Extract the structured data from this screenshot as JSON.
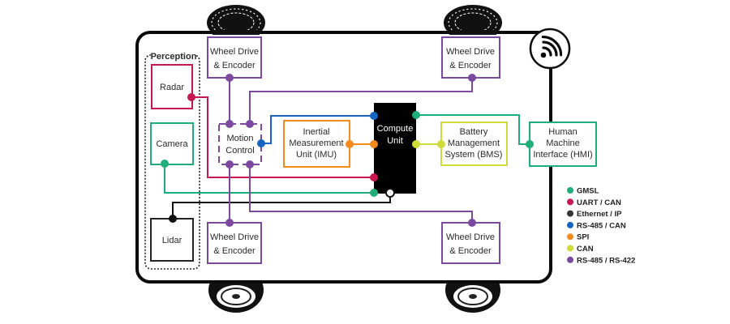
{
  "colors": {
    "gmsl": "#1fad7a",
    "uart_can": "#c8174f",
    "ethernet": "#111111",
    "rs485_can": "#1565c0",
    "spi": "#f48a1e",
    "can": "#cddc39",
    "rs485_rs422": "#7b4a9e",
    "vehicle_outline": "#0a0a0a"
  },
  "perception": {
    "title": "Perception",
    "radar": "Radar",
    "camera": "Camera",
    "lidar": "Lidar"
  },
  "wheels": {
    "top_left": [
      "Wheel Drive",
      "& Encoder"
    ],
    "top_right": [
      "Wheel Drive",
      "& Encoder"
    ],
    "bottom_left": [
      "Wheel Drive",
      "& Encoder"
    ],
    "bottom_right": [
      "Wheel Drive",
      "& Encoder"
    ]
  },
  "motion_control": [
    "Motion",
    "Control"
  ],
  "imu": [
    "Inertial",
    "Measurement",
    "Unit (IMU)"
  ],
  "compute": [
    "Compute",
    "Unit"
  ],
  "bms": [
    "Battery",
    "Management",
    "System (BMS)"
  ],
  "hmi": [
    "Human",
    "Machine",
    "Interface (HMI)"
  ],
  "wireless_icon": "wifi-icon",
  "legend": [
    {
      "label": "GMSL",
      "color": "#1fad7a"
    },
    {
      "label": "UART / CAN",
      "color": "#c8174f"
    },
    {
      "label": "Ethernet / IP",
      "color": "#333333"
    },
    {
      "label": "RS-485 / CAN",
      "color": "#1565c0"
    },
    {
      "label": "SPI",
      "color": "#f48a1e"
    },
    {
      "label": "CAN",
      "color": "#cddc39"
    },
    {
      "label": "RS-485 / RS-422",
      "color": "#7b4a9e"
    }
  ]
}
